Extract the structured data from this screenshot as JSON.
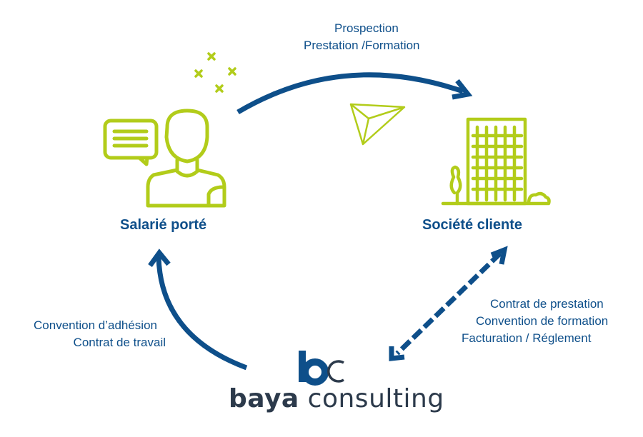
{
  "top_label": {
    "line1": "Prospection",
    "line2": "Prestation /Formation"
  },
  "left_label": {
    "line1": "Convention d’adhésion",
    "line2": "Contrat de travail"
  },
  "right_label": {
    "line1": "Contrat de prestation",
    "line2": "Convention de formation",
    "line3": "Facturation / Réglement"
  },
  "nodes": {
    "employee": "Salarié porté",
    "client": "Société cliente"
  },
  "brand": {
    "bold": "baya",
    "rest": "consulting",
    "monogram": "bc"
  },
  "colors": {
    "blue": "#0e4f8a",
    "green": "#b2cc1a",
    "dark": "#2c3a4b"
  }
}
